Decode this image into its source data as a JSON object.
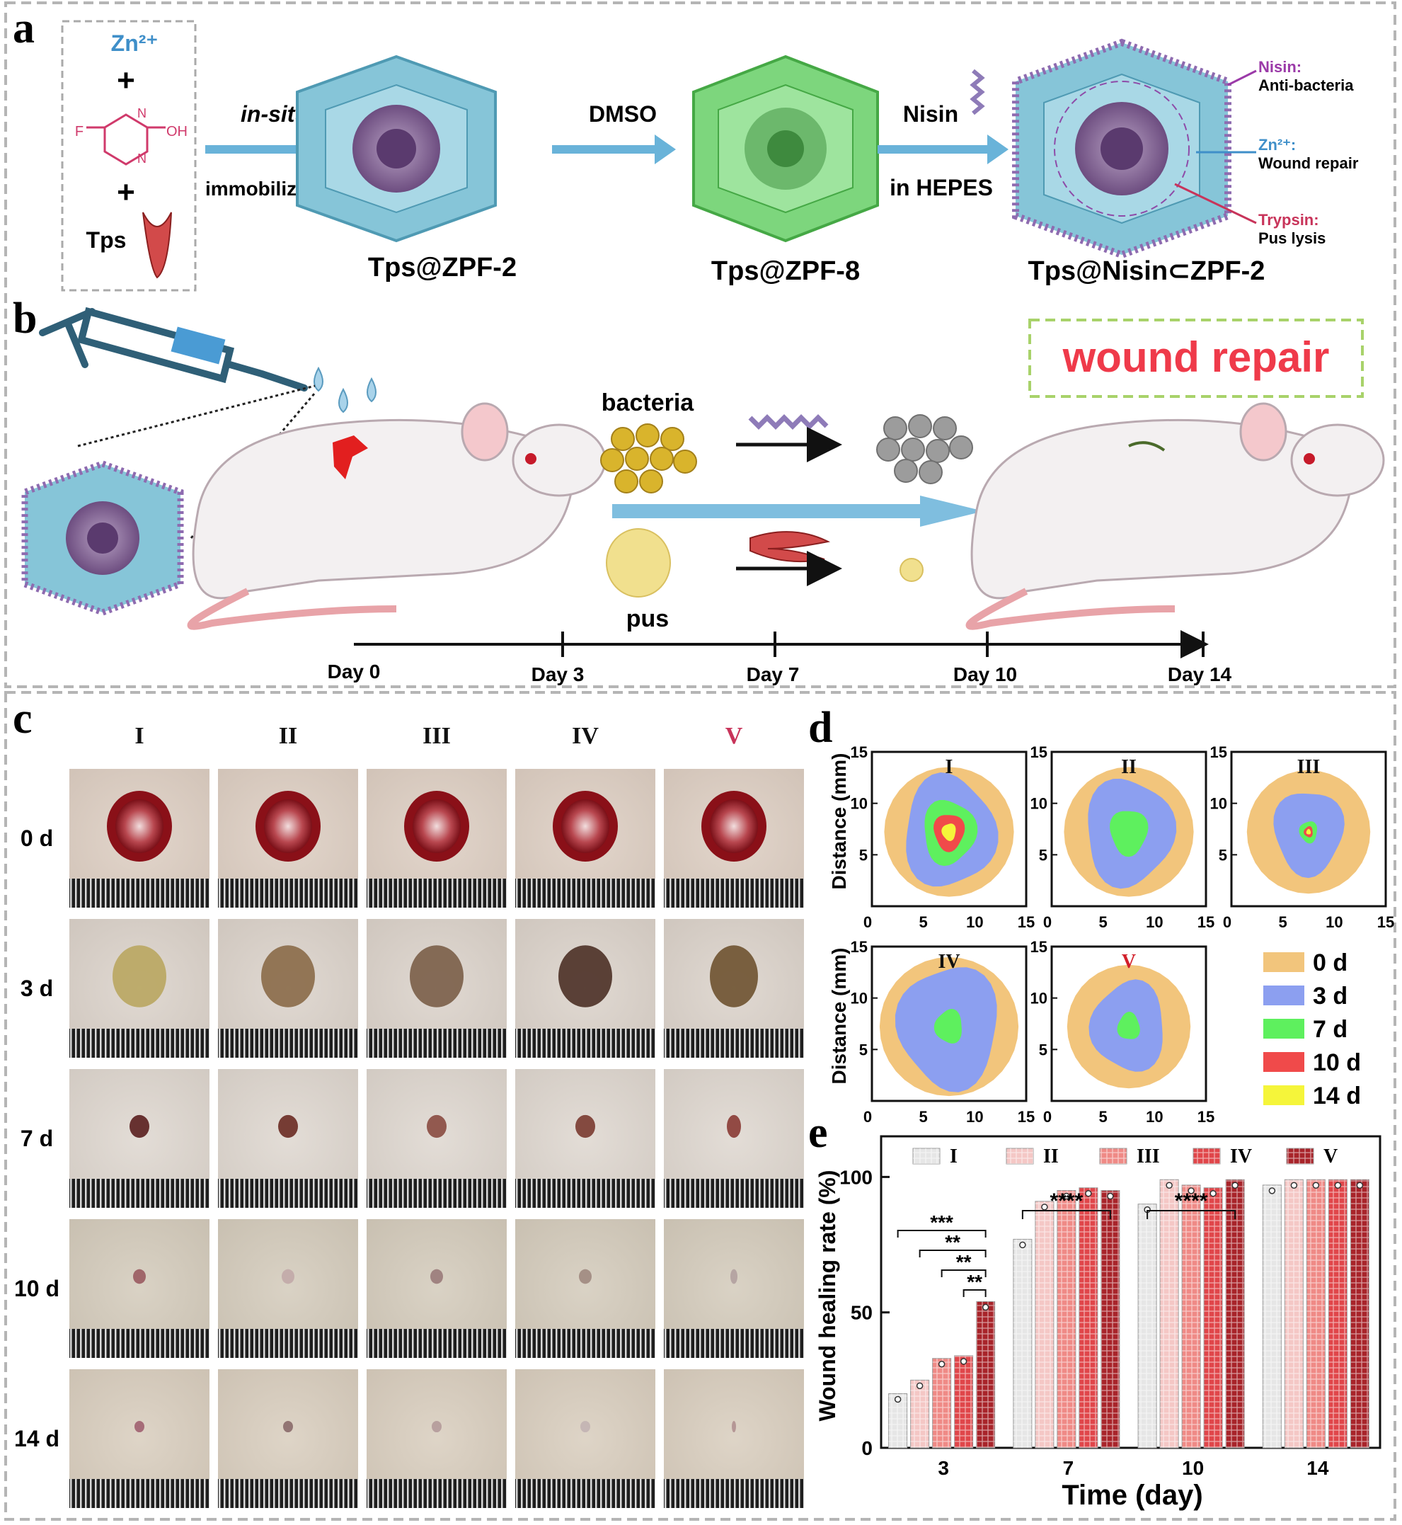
{
  "panel_a": {
    "label": "a",
    "reagents": {
      "zn": "Zn²⁺",
      "plus": "+",
      "f_label": "F",
      "oh_label": "OH",
      "n_label": "N",
      "tps": "Tps"
    },
    "step1_top": "in-situ",
    "step1_bottom": "immobilization",
    "step2_top": "DMSO",
    "step3_top": "Nisin",
    "step3_bottom": "in HEPES",
    "names": [
      "Tps@ZPF-2",
      "Tps@ZPF-8",
      "Tps@Nisin⊂ZPF-2"
    ],
    "callouts": [
      {
        "name": "Nisin:",
        "desc": "Anti-bacteria",
        "color": "#9b3aa8"
      },
      {
        "name": "Zn²⁺:",
        "desc": "Wound repair",
        "color": "#3f8fc9"
      },
      {
        "name": "Trypsin:",
        "desc": "Pus lysis",
        "color": "#c8345a"
      }
    ]
  },
  "panel_b": {
    "label": "b",
    "banner": "wound repair",
    "bacteria": "bacteria",
    "pus": "pus",
    "timeline": [
      "Day 0",
      "Day 3",
      "Day 7",
      "Day 10",
      "Day 14"
    ]
  },
  "panel_c": {
    "label": "c",
    "groups": [
      "I",
      "II",
      "III",
      "IV",
      "V"
    ],
    "days": [
      "0 d",
      "3 d",
      "7 d",
      "10 d",
      "14 d"
    ]
  },
  "panel_d": {
    "label": "d",
    "ylabel": "Distance (mm)",
    "ticks": [
      "0",
      "5",
      "10",
      "15"
    ],
    "groups": [
      "I",
      "II",
      "III",
      "IV",
      "V"
    ],
    "legend": [
      {
        "label": "0 d",
        "color": "#f2c57c"
      },
      {
        "label": "3 d",
        "color": "#8c9ff0"
      },
      {
        "label": "7 d",
        "color": "#5ef05e"
      },
      {
        "label": "10 d",
        "color": "#f04a4a"
      },
      {
        "label": "14 d",
        "color": "#f5f53a"
      }
    ]
  },
  "chart_data": {
    "type": "bar",
    "xlabel": "Time (day)",
    "ylabel": "Wound healing rate (%)",
    "ylim": [
      0,
      115
    ],
    "yticks": [
      0,
      50,
      100
    ],
    "categories": [
      "3",
      "7",
      "10",
      "14"
    ],
    "series": [
      {
        "name": "I",
        "values": [
          20,
          77,
          90,
          97
        ],
        "color": "#e6e6e6"
      },
      {
        "name": "II",
        "values": [
          25,
          91,
          99,
          99
        ],
        "color": "#f4c7c5"
      },
      {
        "name": "III",
        "values": [
          33,
          95,
          97,
          99
        ],
        "color": "#ef8a86"
      },
      {
        "name": "IV",
        "values": [
          34,
          96,
          96,
          99
        ],
        "color": "#e0464a"
      },
      {
        "name": "V",
        "values": [
          54,
          95,
          99,
          99
        ],
        "color": "#a8242a"
      }
    ],
    "significance_day3": [
      "***",
      "**",
      "**",
      "**"
    ],
    "significance_day7": "****",
    "significance_day10": "****",
    "legend_position": "top"
  }
}
